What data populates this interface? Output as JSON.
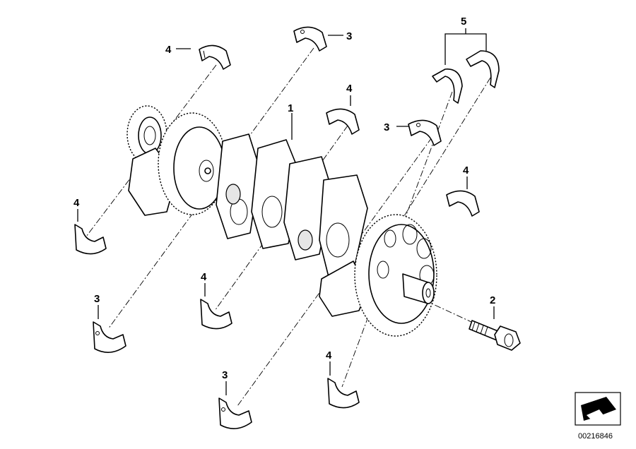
{
  "diagram": {
    "labels": {
      "part_1": "1",
      "part_2": "2",
      "part_3": "3",
      "part_4": "4",
      "part_5": "5"
    },
    "document_number": "00216846"
  }
}
